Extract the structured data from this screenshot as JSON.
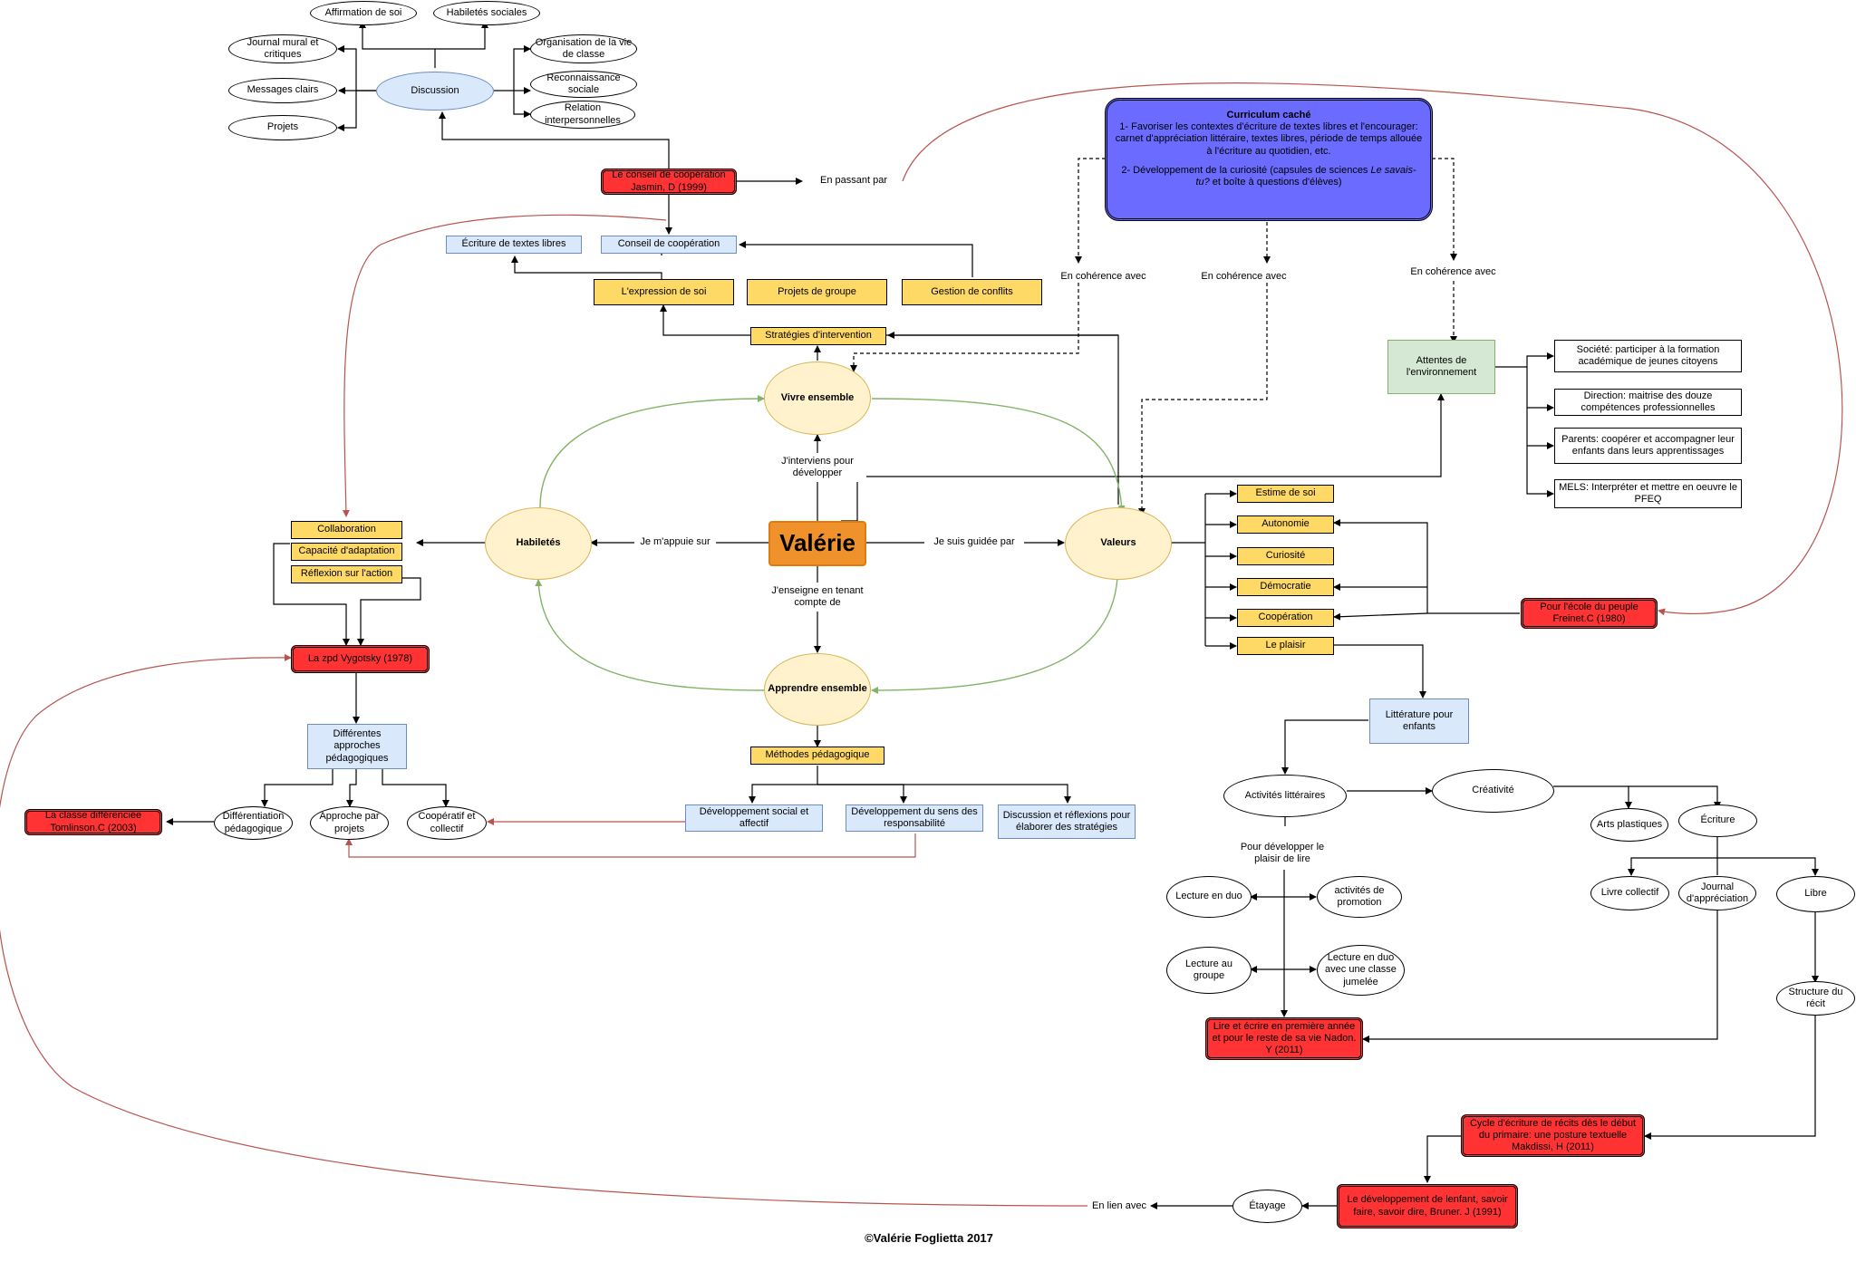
{
  "center": {
    "label": "Valérie"
  },
  "core": {
    "vivre": "Vivre ensemble",
    "habiletes": "Habiletés",
    "valeurs": "Valeurs",
    "apprendre": "Apprendre ensemble"
  },
  "edge_labels": {
    "interviens": "J'interviens pour développer",
    "appuie": "Je m'appuie sur",
    "guidee": "Je suis guidée par",
    "enseigne": "J'enseigne en tenant compte de",
    "passant": "En passant par",
    "coherence1": "En cohérence avec",
    "coherence2": "En cohérence avec",
    "coherence3": "En cohérence avec",
    "plaisir_lire": "Pour développer le plaisir de lire",
    "lien": "En lien avec"
  },
  "top_cluster": {
    "discussion": "Discussion",
    "affirmation": "Affirmation de soi",
    "habiletes_sociales": "Habiletés sociales",
    "journal_mural": "Journal mural et critiques",
    "messages": "Messages clairs",
    "projets": "Projets",
    "organisation": "Organisation de la vie de classe",
    "reconnaissance": "Reconnaissance sociale",
    "relation": "Relation interpersonnelles"
  },
  "red_refs": {
    "conseil": "Le conseil de coopération Jasmin, D (1999)",
    "zpd": "La zpd Vygotsky (1978)",
    "tomlinson": "La classe différenciée Tomlinson.C (2003)",
    "freinet": "Pour l'école du peuple Freinet.C (1980)",
    "nadon": "Lire et écrire en première année et pour le reste de sa vie Nadon. Y (2011)",
    "makdissi": "Cycle d'écriture de récits dès le début du primaire: une posture textuelle Makdissi, H (2011)",
    "bruner": "Le développement de lenfant, savoir faire, savoir dire, Bruner. J (1991)"
  },
  "curriculum": {
    "title": "Curriculum caché",
    "item1": "1-  Favoriser les contextes d'écriture de textes libres et l'encourager: carnet d'appréciation littéraire, textes libres, période de temps allouée à l'écriture au quotidien, etc.",
    "item2_pre": "2-  Développement de la curiosité (capsules de sciences ",
    "item2_em": "Le savais-tu?",
    "item2_post": " et boîte à questions d'élèves)"
  },
  "vivre_branch": {
    "ecriture_libres": "Écriture de textes libres",
    "conseil_coop": "Conseil de coopération",
    "expression": "L'expression de soi",
    "projets_groupe": "Projets de groupe",
    "gestion": "Gestion de conflits",
    "strategies": "Stratégies d'intervention"
  },
  "habiletes_branch": {
    "collaboration": "Collaboration",
    "adaptation": "Capacité d'adaptation",
    "reflexion": "Réflexion sur l'action",
    "approches": "Différentes approches pédagogiques",
    "differenciation": "Différentiation pédagogique",
    "approche_projets": "Approche par projets",
    "cooperatif": "Coopératif et collectif"
  },
  "apprendre_branch": {
    "methodes": "Méthodes pédagogique",
    "dev_social": "Développement social et affectif",
    "dev_sens": "Développement du sens des responsabilité",
    "discussion_strat": "Discussion et réflexions pour élaborer des stratégies"
  },
  "environment": {
    "attentes": "Attentes de l'environnement",
    "societe": "Société: participer à la formation académique de jeunes citoyens",
    "direction": "Direction: maitrise des douze compétences professionnelles",
    "parents": "Parents: coopérer et accompagner leur enfants dans leurs apprentissages",
    "mels": "MELS: Interpréter et mettre en oeuvre le PFEQ"
  },
  "valeurs_list": {
    "estime": "Estime de soi",
    "autonomie": "Autonomie",
    "curiosite": "Curiosité",
    "democratie": "Démocratie",
    "cooperation": "Coopération",
    "plaisir": "Le plaisir"
  },
  "litterature": {
    "litterature": "Littérature pour enfants",
    "activites": "Activités littéraires",
    "creativite": "Créativité",
    "arts": "Arts plastiques",
    "ecriture": "Écriture",
    "livre_collectif": "Livre collectif",
    "journal_appreciation": "Journal d'appréciation",
    "libre": "Libre",
    "structure": "Structure du récit",
    "lecture_duo": "Lecture en duo",
    "promotion": "activités de promotion",
    "lecture_groupe": "Lecture au groupe",
    "lecture_jumelee": "Lecture en duo avec une classe jumelée",
    "etayage": "Étayage"
  },
  "footer": "©Valérie Foglietta 2017",
  "colors": {
    "yellow": "#ffd966",
    "light_blue": "#dae8fc",
    "cream": "#fff2cc",
    "green_box": "#d5e8d4",
    "red_ref": "#ff3333",
    "center_orange": "#f0922c",
    "curriculum_purple": "#6b6bff",
    "green_curve": "#82b366",
    "red_curve": "#b85450"
  }
}
